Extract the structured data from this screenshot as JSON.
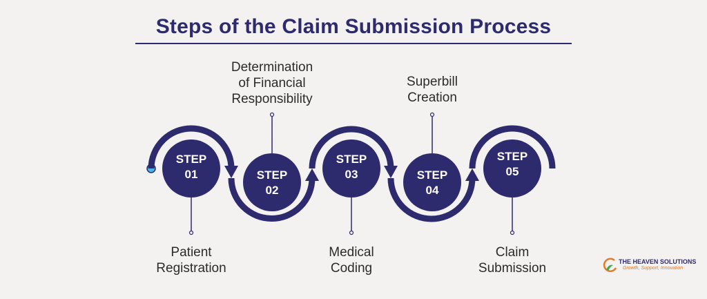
{
  "title": "Steps of the Claim Submission Process",
  "steps": [
    {
      "word": "STEP",
      "number": "01",
      "label_lines": [
        "Patient",
        "Registration"
      ]
    },
    {
      "word": "STEP",
      "number": "02",
      "label_lines": [
        "Determination",
        "of Financial",
        "Responsibility"
      ]
    },
    {
      "word": "STEP",
      "number": "03",
      "label_lines": [
        "Medical",
        "Coding"
      ]
    },
    {
      "word": "STEP",
      "number": "04",
      "label_lines": [
        "Superbill",
        "Creation"
      ]
    },
    {
      "word": "STEP",
      "number": "05",
      "label_lines": [
        "Claim",
        "Submission"
      ]
    }
  ],
  "logo": {
    "name": "THE HEAVEN SOLUTIONS",
    "tagline": "Growth, Support, Innovation"
  },
  "colors": {
    "primary": "#2e2a6e",
    "connector_dot": "#4fb3e8",
    "text": "#2b2b2b",
    "logo_orange": "#e07a2c",
    "logo_green": "#4ca64c"
  }
}
